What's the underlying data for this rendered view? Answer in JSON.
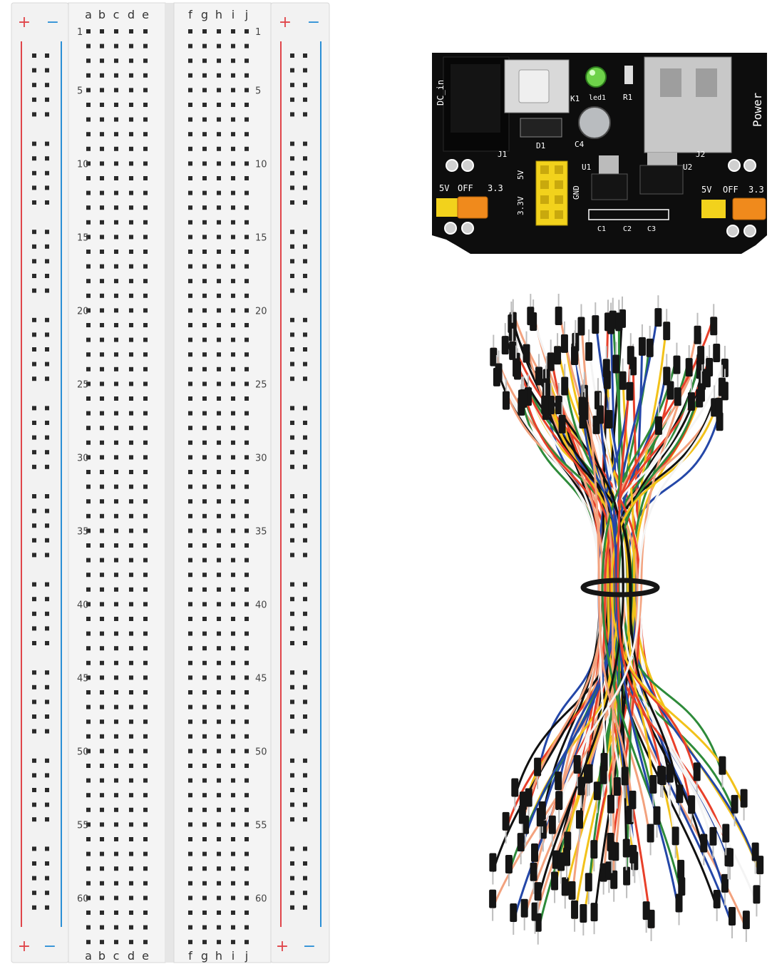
{
  "breadboard": {
    "plus_label": "+",
    "minus_label": "−",
    "left_columns": [
      "a",
      "b",
      "c",
      "d",
      "e"
    ],
    "right_columns": [
      "f",
      "g",
      "h",
      "i",
      "j"
    ],
    "row_numbers": [
      "1",
      "5",
      "10",
      "15",
      "20",
      "25",
      "30",
      "35",
      "40",
      "45",
      "50",
      "55",
      "60"
    ],
    "rail_colors": {
      "positive": "#e0454a",
      "negative": "#2a8fd6"
    }
  },
  "power_module": {
    "dc_in_label": "DC_in",
    "switch_label": "K1",
    "led_label": "led1",
    "r1_label": "R1",
    "power_label": "Power",
    "j1_label": "J1",
    "d1_label": "D1",
    "c4_label": "C4",
    "j2_label": "J2",
    "u1_label": "U1",
    "u2_label": "U2",
    "v5_label": "5V",
    "gnd_label": "GND",
    "v33_label": "3.3V",
    "c1_label": "C1",
    "c2_label": "C2",
    "c3_label": "C3",
    "left_5v": "5V",
    "left_off": "OFF",
    "left_33": "3.3",
    "right_5v": "5V",
    "right_off": "OFF",
    "right_33": "3.3",
    "pcb_color": "#0d0d0d",
    "header_color": "#f2d21c",
    "jumper_color": "#f08a1c"
  },
  "jumper_wires": {
    "wire_colors": [
      "#f2c21a",
      "#2447a8",
      "#111111",
      "#e8402a",
      "#f3a27e",
      "#ffffff",
      "#2e8b3a"
    ],
    "connector_color": "#151515"
  }
}
